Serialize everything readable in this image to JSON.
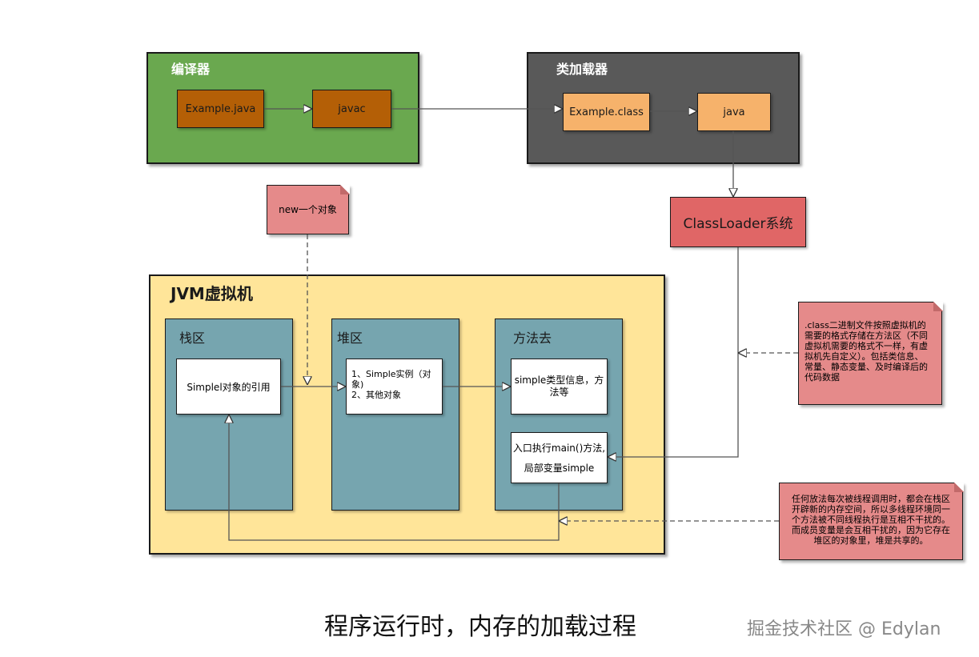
{
  "compiler": {
    "title": "编译器",
    "source_file": "Example.java",
    "tool": "javac"
  },
  "classloader_group": {
    "title": "类加载器",
    "class_file": "Example.class",
    "tool": "java"
  },
  "classloader_system": {
    "label": "ClassLoader系统"
  },
  "new_object_note": {
    "text": "new一个对象"
  },
  "jvm": {
    "title": "JVM虚拟机",
    "stack": {
      "title": "栈区",
      "ref_box": "Simplel对象的引用"
    },
    "heap": {
      "title": "堆区",
      "line1": "1、Simple实例（对",
      "line2": "象)",
      "line3": "2、其他对象"
    },
    "method": {
      "title": "方法去",
      "type_info_line1": "simple类型信息，方",
      "type_info_line2": "法等",
      "entry_line1": "入口执行main()方法,",
      "entry_line2": "局部变量simple"
    }
  },
  "class_note": {
    "lines": [
      ".class二进制文件按照虚拟机的",
      "需要的格式存储在方法区（不同",
      "虚拟机需要的格式不一样，有虚",
      "拟机先自定义）。包括类信息、",
      "常量、静态变量、及时编译后的",
      "代码数据"
    ]
  },
  "thread_note": {
    "lines": [
      "任何放法每次被线程调用时，都会在栈区",
      "开辟新的内存空间，所以多线程环境同一",
      "个方法被不同线程执行是互相不干扰的。",
      "而成员变量是会互相干扰的，因为它存在",
      "堆区的对象里，堆是共享的。"
    ]
  },
  "caption": "程序运行时，内存的加载过程",
  "watermark": "掘金技术社区 @ Edylan",
  "colors": {
    "compiler_bg": "#6aa84f",
    "loader_bg": "#595959",
    "dark_orange": "#b45f06",
    "light_orange": "#f6b26b",
    "classloader_red": "#e06666",
    "jvm_bg": "#ffe599",
    "area_bg": "#76a5af",
    "note_pink": "#ea9999"
  }
}
